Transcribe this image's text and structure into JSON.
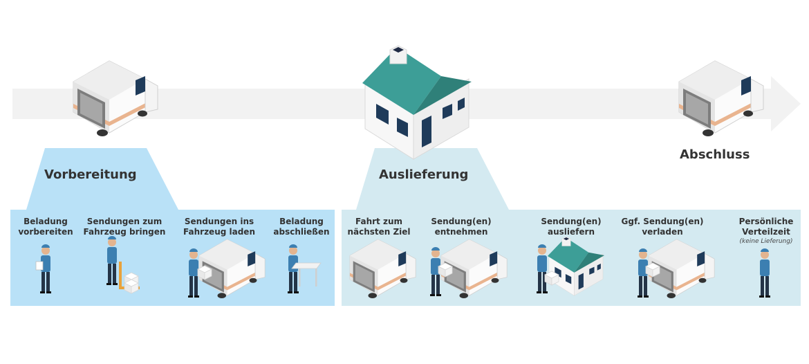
{
  "colors": {
    "arrow": "#f2f2f2",
    "prep_panel": "#b9e1f7",
    "delivery_panel": "#d4eaf1",
    "roof": "#3d9e97",
    "van_stripe": "#e9b48f",
    "person": "#3c7fb1"
  },
  "phases": {
    "preparation": {
      "title": "Vorbereitung",
      "icon": "delivery-van-icon"
    },
    "delivery": {
      "title": "Auslieferung",
      "icon": "house-icon"
    },
    "completion": {
      "title": "Abschluss",
      "icon": "delivery-van-icon"
    }
  },
  "steps": [
    {
      "label": "Beladung vorbereiten",
      "icon": "walking-worker-icon"
    },
    {
      "label": "Sendungen zum Fahrzeug bringen",
      "icon": "worker-hand-truck-icon"
    },
    {
      "label": "Sendungen ins Fahrzeug laden",
      "icon": "worker-loading-van-icon"
    },
    {
      "label": "Beladung abschließen",
      "icon": "worker-at-desk-icon"
    },
    {
      "label": "Fahrt zum nächsten Ziel",
      "icon": "driving-van-icon"
    },
    {
      "label": "Sendung(en) entnehmen",
      "icon": "worker-unloading-van-icon"
    },
    {
      "label": "Sendung(en) ausliefern",
      "icon": "worker-at-house-icon"
    },
    {
      "label": "Ggf. Sendung(en) verladen",
      "icon": "worker-reloading-van-icon"
    },
    {
      "label": "Persönliche Verteilzeit",
      "sublabel": "(keine Lieferung)",
      "icon": "standing-worker-icon"
    }
  ]
}
